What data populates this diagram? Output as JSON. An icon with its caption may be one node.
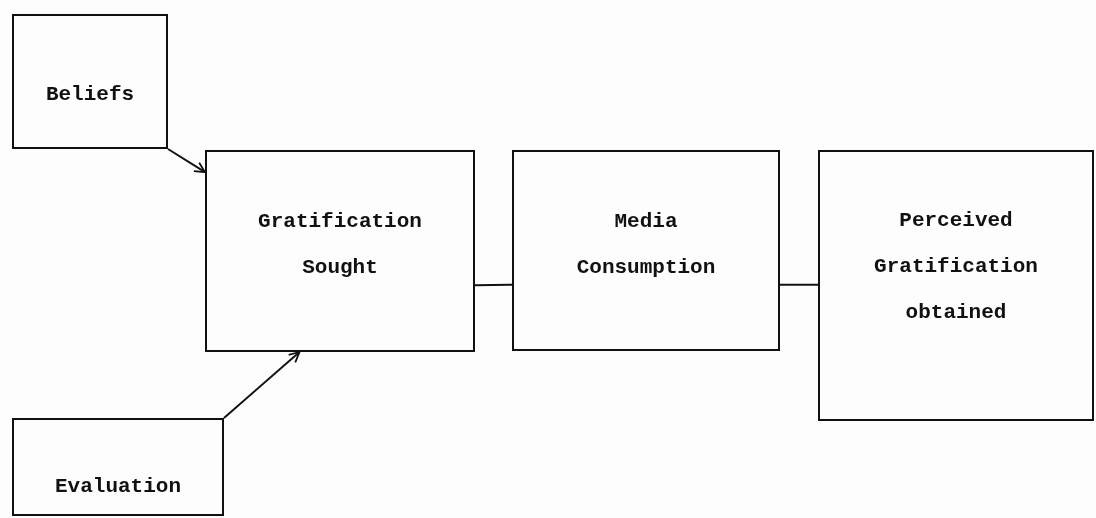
{
  "diagram": {
    "nodes": [
      {
        "text": [
          "Beliefs"
        ]
      },
      {
        "text": [
          "Gratification Sought"
        ]
      },
      {
        "text": [
          "Media Consumption"
        ]
      },
      {
        "text": [
          "Perceived Gratification obtained"
        ]
      },
      {
        "text": [
          "Evaluation"
        ]
      }
    ],
    "edges": [
      {
        "from": 0,
        "to": 1,
        "arrow": "to"
      },
      {
        "from": 4,
        "to": 1,
        "arrow": "to"
      },
      {
        "from": 1,
        "to": 2,
        "arrow": "none"
      },
      {
        "from": 2,
        "to": 3,
        "arrow": "none"
      }
    ]
  }
}
